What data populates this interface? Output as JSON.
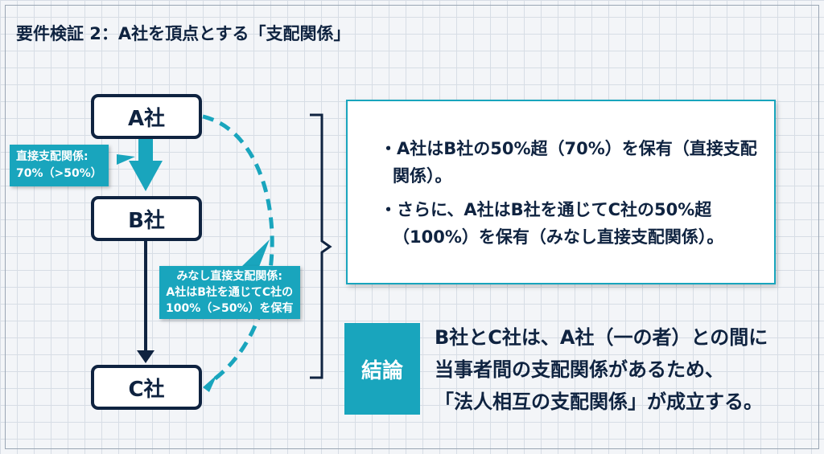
{
  "title": "要件検証 2：A社を頂点とする「支配関係」",
  "nodes": {
    "a": "A社",
    "b": "B社",
    "c": "C社"
  },
  "labels": {
    "direct_line1": "直接支配関係:",
    "direct_line2": "70%（>50%）",
    "deemed_line1": "みなし直接支配関係:",
    "deemed_line2": "A社はB社を通じてC社の",
    "deemed_line3": "100%（>50%）を保有"
  },
  "info": {
    "bullets": [
      "・A社はB社の50%超（70%）を保有（直接支配関係）。",
      "・さらに、A社はB社を通じてC社の50%超（100%）を保有（みなし直接支配関係）。"
    ]
  },
  "conclusion": {
    "label": "結論",
    "lines": [
      "B社とC社は、A社（一の者）との間に",
      "当事者間の支配関係があるため、",
      "「法人相互の支配関係」が成立する。"
    ]
  },
  "colors": {
    "accent": "#19a5bd",
    "dark": "#0f2340"
  }
}
